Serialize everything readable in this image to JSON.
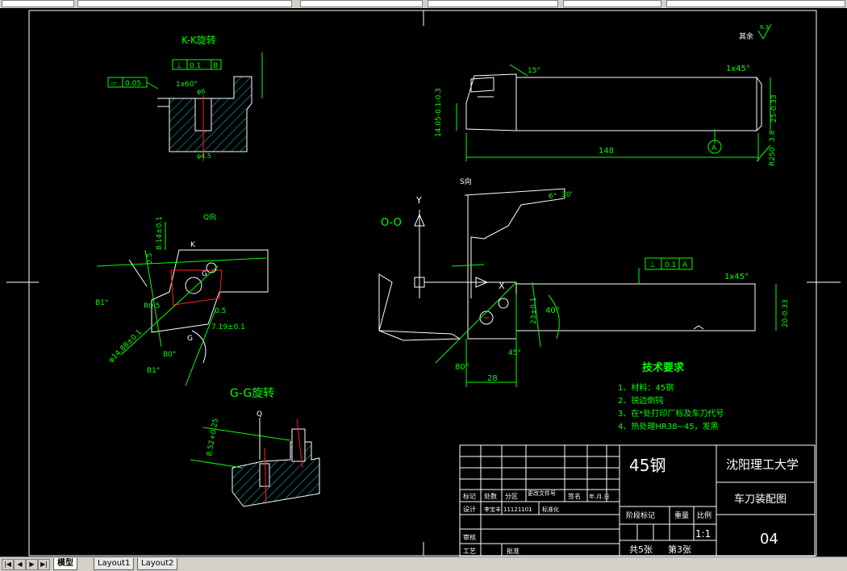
{
  "tabs": [
    {
      "label": "模型",
      "active": true
    },
    {
      "label": "Layout1",
      "active": false
    },
    {
      "label": "Layout2",
      "active": false
    }
  ],
  "nav": [
    "|◀",
    "◀",
    "▶",
    "▶|"
  ],
  "drawing": {
    "views": {
      "kk": "K-K旋转",
      "q": "Q向",
      "gg": "G-G旋转",
      "s": "S向",
      "oo": "O-O",
      "y_axis": "Y",
      "x_axis": "X"
    },
    "dims": {
      "roughness": "其余",
      "roughness_value": "6.3",
      "chamfer_top": "1x45°",
      "chamfer_mid": "1x45°",
      "angle_15": "15°",
      "length_148": "148",
      "height_left": "14.05-0.1-0.3",
      "height_right": "25-0.33",
      "r250": "R250",
      "r_val": "3.8",
      "datum_a": "A",
      "tol_flatness_val": "0.05",
      "tol_perp_val": "0.1",
      "tol_perp_datum": "B",
      "tol_kk_1": "1x60°",
      "tol_kk_2": "φ6",
      "tol_kk_3": "φ4.5",
      "tol_main_val": "0.1",
      "tol_main_datum": "A",
      "dim_28": "28",
      "dim_23": "23±0.1",
      "dim_20": "20-0.33",
      "dim_6": "6°",
      "dim_30": "30'",
      "angle_40": "40°",
      "angle_80": "80°",
      "angle_45": "45°",
      "q_814": "8.14±0.1",
      "q_05a": "0.5",
      "q_05b": "0.5",
      "q_719": "7.19±0.1",
      "q_1488": "φ14.88±0.1",
      "q_b1a": "B1°",
      "q_b1b": "B1°",
      "q_b0": "B0°",
      "q_r05": "R0.5",
      "q_k": "K",
      "q_g1": "G",
      "q_g2": "G",
      "gg_dim": "8.52+0.25",
      "gg_q": "Q"
    },
    "tech": {
      "title": "技术要求",
      "lines": [
        "1、材料：45钢",
        "2、锐边倒钝",
        "3、在*处打印厂标及车刀代号",
        "4、热处理HR38~45，发黑"
      ]
    },
    "titleblock": {
      "material": "45钢",
      "school": "沈阳理工大学",
      "drawing_name": "车刀装配图",
      "drawing_no": "04",
      "h_mark": "标记",
      "h_count": "处数",
      "h_zone": "分区",
      "h_docno": "更改文件号",
      "h_sign": "签名",
      "h_date": "年.月.日",
      "r_design": "设计",
      "r_designer": "李宝丰",
      "r_date": "11121101",
      "r_std": "标准化",
      "r_check": "审核",
      "r_process": "工艺",
      "r_approve": "批准",
      "stage": "阶段标记",
      "weight": "重量",
      "ratio": "比例",
      "scale": "1:1",
      "sheets": "共5张",
      "sheet_no": "第3张"
    }
  }
}
